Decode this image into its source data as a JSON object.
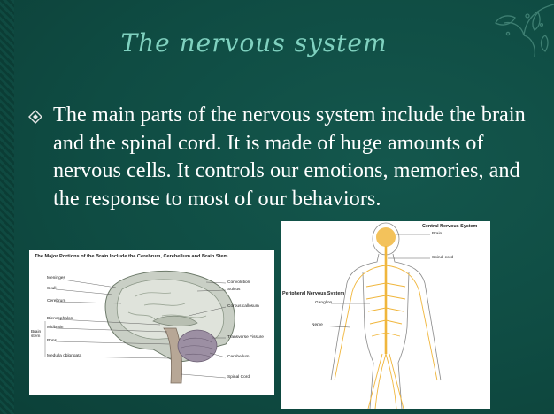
{
  "slide": {
    "title": "The nervous system",
    "body": "The main parts of the nervous system include the brain and the spinal cord. It is made of huge amounts of nervous cells. It controls our emotions, memories, and the response to most of our behaviors."
  },
  "colors": {
    "background": "#0f4c43",
    "title": "#7fd1bf",
    "text": "#ffffff"
  },
  "brain_image": {
    "caption": "The Major Portions of the Brain Include the Cerebrum, Cerebellum and Brain Stem",
    "left_labels": [
      "Meninges",
      "Skull",
      "Cerebrum",
      "Diencephalon",
      "Midbrain",
      "Pons",
      "Medulla oblongata"
    ],
    "brain_stem_label": "Brain stem",
    "right_labels": [
      "Convolution",
      "Sulcus",
      "Corpus callosum",
      "Transverse Fissure",
      "Cerebellum",
      "Spinal Cord"
    ]
  },
  "nervous_system_image": {
    "central_title": "Central Nervous System",
    "brain_label": "Brain",
    "spinal_cord_label": "Spinal cord",
    "peripheral_title": "Peripheral Nervous System",
    "ganglion_label": "Ganglion",
    "nerve_label": "Nerve"
  }
}
